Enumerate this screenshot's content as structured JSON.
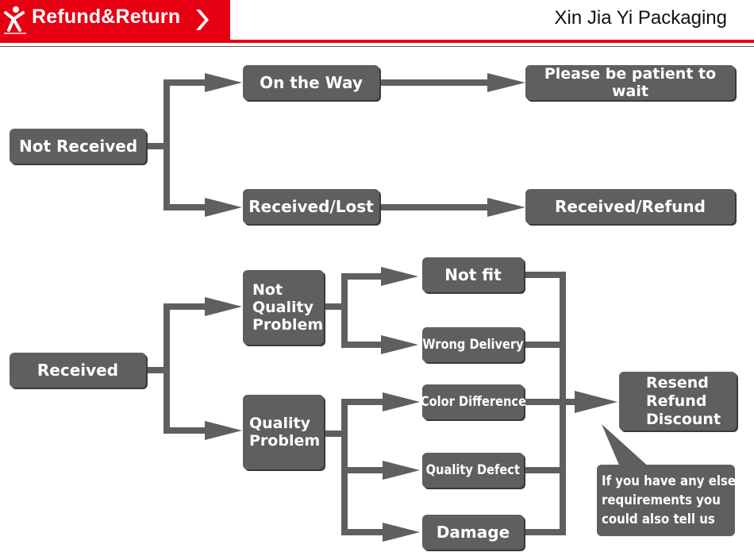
{
  "header": {
    "banner_title": "Refund&Return",
    "company": "Xin Jia Yi Packaging"
  },
  "icons": {
    "logo": "running-person-logo-icon",
    "chevron": "chevron-right-icon"
  },
  "colors": {
    "banner": "#e60012",
    "node": "#5f5f5f",
    "connector": "#5f5f5f",
    "text": "#ffffff"
  },
  "flow_top": {
    "root": "Not Received",
    "on_the_way": "On the Way",
    "wait": "Please be patient to wait",
    "received_lost": "Received/Lost",
    "received_refund": "Received/Refund"
  },
  "flow_bottom": {
    "root": "Received",
    "not_quality": [
      "Not",
      "Quality",
      "Problem"
    ],
    "quality": [
      "Quality",
      "Problem"
    ],
    "not_fit": "Not fit",
    "wrong_delivery": "Wrong Delivery",
    "color_difference": "Color Difference",
    "quality_defect": "Quality Defect",
    "damage": "Damage",
    "outcome": [
      "Resend",
      "Refund",
      "Discount"
    ],
    "note": [
      "If you have any else",
      "requirements you",
      "could also tell us"
    ]
  }
}
